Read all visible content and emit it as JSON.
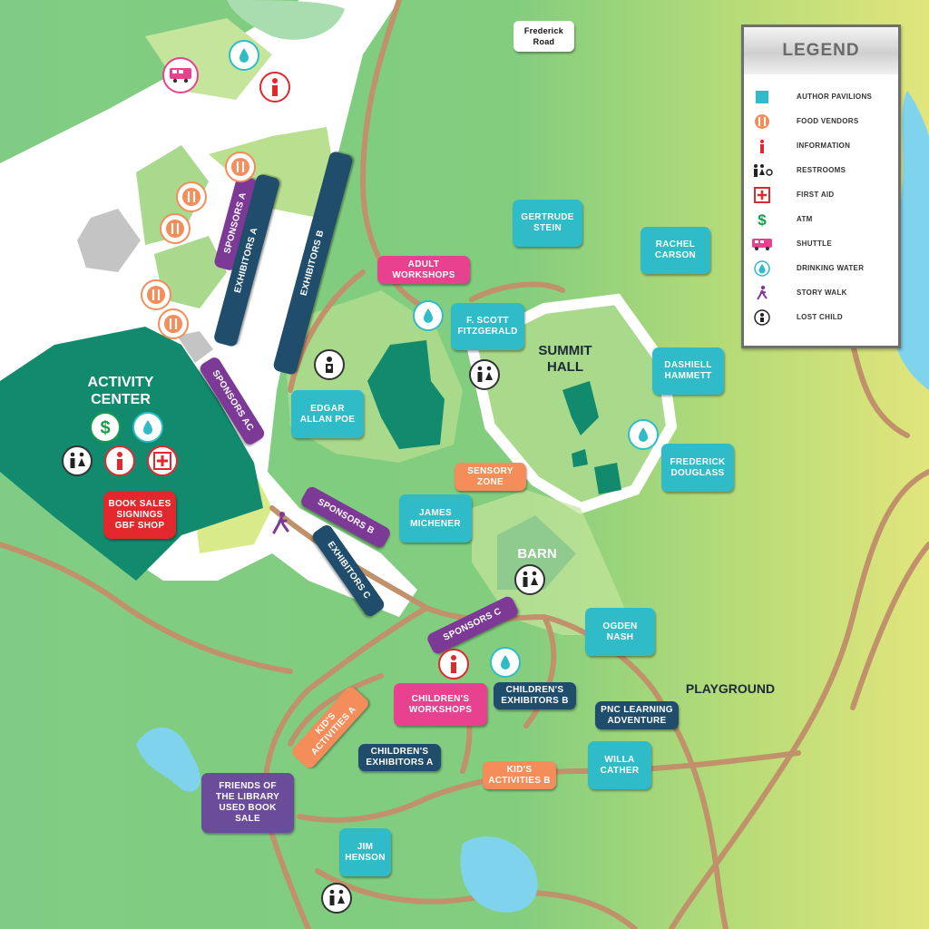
{
  "legend": {
    "title": "LEGEND",
    "items": [
      {
        "icon": "author-pavilion-icon",
        "label": "AUTHOR PAVILIONS",
        "color": "#2fbcc8"
      },
      {
        "icon": "food-vendor-icon",
        "label": "FOOD VENDORS",
        "color": "#f48d5a"
      },
      {
        "icon": "information-icon",
        "label": "INFORMATION",
        "color": "#e2282c"
      },
      {
        "icon": "restroom-icon",
        "label": "RESTROOMS",
        "color": "#222222"
      },
      {
        "icon": "first-aid-icon",
        "label": "FIRST AID",
        "color": "#e2282c"
      },
      {
        "icon": "atm-icon",
        "label": "ATM",
        "color": "#1b9a4b"
      },
      {
        "icon": "shuttle-icon",
        "label": "SHUTTLE",
        "color": "#e8418f"
      },
      {
        "icon": "drinking-water-icon",
        "label": "DRINKING WATER",
        "color": "#2fbcc8"
      },
      {
        "icon": "story-walk-icon",
        "label": "STORY WALK",
        "color": "#7d3996"
      },
      {
        "icon": "lost-child-icon",
        "label": "LOST CHILD",
        "color": "#222222"
      }
    ]
  },
  "road_label": "Frederick\nRoad",
  "areas": {
    "activity_center": "ACTIVITY\nCENTER",
    "summit_hall": "SUMMIT\nHALL",
    "barn": "BARN",
    "playground": "PLAYGROUND"
  },
  "pavilions": {
    "gertrude_stein": "GERTRUDE\nSTEIN",
    "rachel_carson": "RACHEL\nCARSON",
    "f_scott_fitzgerald": "F. SCOTT\nFITZGERALD",
    "dashiell_hammett": "DASHIELL\nHAMMETT",
    "edgar_allan_poe": "EDGAR\nALLAN POE",
    "frederick_douglass": "FREDERICK\nDOUGLASS",
    "james_michener": "JAMES\nMICHENER",
    "ogden_nash": "OGDEN\nNASH",
    "willa_cather": "WILLA\nCATHER",
    "jim_henson": "JIM\nHENSON"
  },
  "venues": {
    "adult_workshops": "ADULT\nWORKSHOPS",
    "sensory_zone": "SENSORY\nZONE",
    "sponsors_a": "SPONSORS A",
    "exhibitors_a": "EXHIBITORS A",
    "exhibitors_b": "EXHIBITORS B",
    "sponsors_ac": "SPONSORS AC",
    "sponsors_b": "SPONSORS B",
    "exhibitors_c": "EXHIBITORS C",
    "sponsors_c": "SPONSORS C",
    "childrens_workshops": "CHILDREN'S\nWORKSHOPS",
    "childrens_exhibitors_b": "CHILDREN'S\nEXHIBITORS B",
    "pnc_learning_adventure": "PNC LEARNING\nADVENTURE",
    "kids_activities_a": "KID'S\nACTIVITIES A",
    "childrens_exhibitors_a": "CHILDREN'S\nEXHIBITORS A",
    "kids_activities_b": "KID'S\nACTIVITIES B",
    "friends_of_library": "FRIENDS OF\nTHE LIBRARY\nUSED BOOK\nSALE",
    "book_sales": "BOOK SALES\nSIGNINGS\nGBF SHOP"
  },
  "colors": {
    "author_pavilion": "#2fbcc8",
    "workshop": "#e8418f",
    "sponsor": "#7d3996",
    "exhibitor": "#1f4d6b",
    "kids_activity": "#f48d5a",
    "building": "#128a6e",
    "path": "#c0916a",
    "water": "#7fd3ec"
  }
}
